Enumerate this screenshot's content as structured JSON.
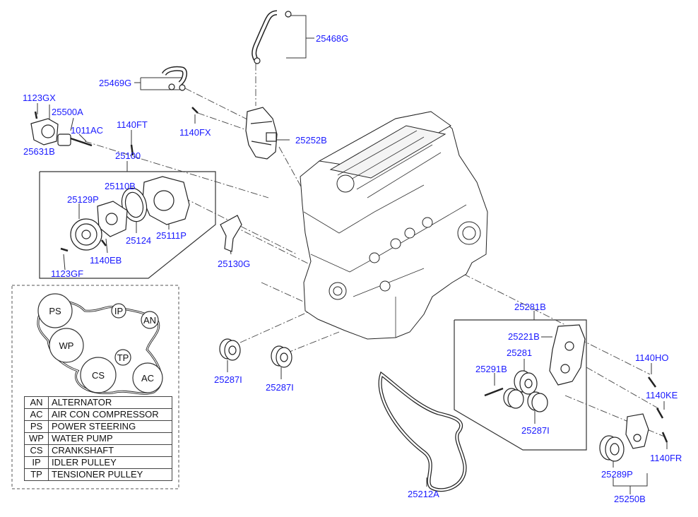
{
  "parts": {
    "p25468G": "25468G",
    "p25469G": "25469G",
    "p1123GX": "1123GX",
    "p25500A": "25500A",
    "p1011AC": "1011AC",
    "p1140FT": "1140FT",
    "p1140FX": "1140FX",
    "p25252B": "25252B",
    "p25631B": "25631B",
    "p25100": "25100",
    "p25110B": "25110B",
    "p25129P": "25129P",
    "p25124": "25124",
    "p25111P": "25111P",
    "p1140EB": "1140EB",
    "p1123GF": "1123GF",
    "p25130G": "25130G",
    "p25281B": "25281B",
    "p25221B": "25221B",
    "p25281": "25281",
    "p25291B": "25291B",
    "p1140HO": "1140HO",
    "p1140KE": "1140KE",
    "p1140FR": "1140FR",
    "p25289P": "25289P",
    "p25250B": "25250B",
    "p25212A": "25212A",
    "p25287I_a": "25287I",
    "p25287I_b": "25287I",
    "p25287I_c": "25287I"
  },
  "belt_diagram": {
    "ps": "PS",
    "ip": "IP",
    "an": "AN",
    "wp": "WP",
    "tp": "TP",
    "cs": "CS",
    "ac": "AC"
  },
  "legend": [
    {
      "code": "AN",
      "desc": "ALTERNATOR"
    },
    {
      "code": "AC",
      "desc": "AIR CON COMPRESSOR"
    },
    {
      "code": "PS",
      "desc": "POWER STEERING"
    },
    {
      "code": "WP",
      "desc": "WATER PUMP"
    },
    {
      "code": "CS",
      "desc": "CRANKSHAFT"
    },
    {
      "code": "IP",
      "desc": "IDLER PULLEY"
    },
    {
      "code": "TP",
      "desc": "TENSIONER PULLEY"
    }
  ],
  "colors": {
    "label": "#1a1aff",
    "line": "#333333"
  }
}
